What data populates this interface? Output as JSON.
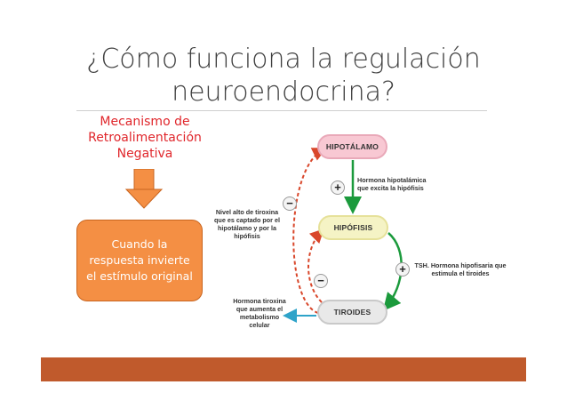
{
  "slide": {
    "title": "¿Cómo funciona la regulación neuroendocrina?",
    "mechanism_label": "Mecanismo de Retroalimentación Negativa",
    "box_text": "Cuando la respuesta invierte el estímulo original",
    "colors": {
      "accent_red": "#e0262b",
      "orange": "#f48f44",
      "bar": "#c05a2c"
    }
  },
  "diagram": {
    "nodes": {
      "hipotalamo": "HIPOTÁLAMO",
      "hipofisis": "HIPÓFISIS",
      "tiroides": "TIROIDES"
    },
    "labels": {
      "hormona_hipotalamica": "Hormona hipotalámica que excita la hipófisis",
      "tsh": "TSH. Hormona hipofisaria que estimula el tiroides",
      "nivel_alto": "Nivel alto de tiroxina que es captado por el hipotálamo y por la hipófisis",
      "tiroxina": "Hormona tiroxina que aumenta el metabolismo celular"
    },
    "signs": {
      "plus": "+",
      "minus": "−"
    }
  }
}
